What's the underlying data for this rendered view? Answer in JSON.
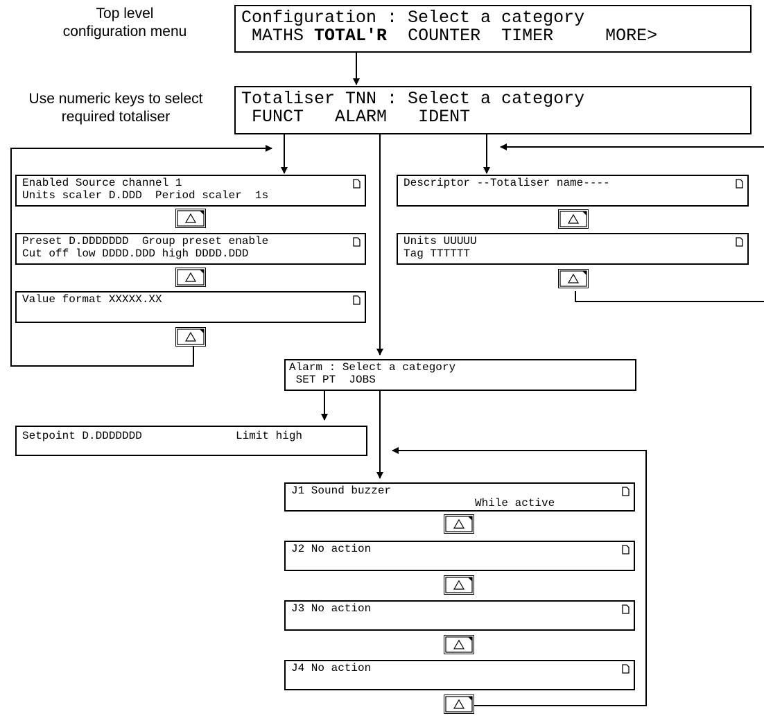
{
  "labels": {
    "top_level": [
      "Top level",
      "configuration menu"
    ],
    "numeric_keys": [
      "Use numeric keys to select",
      "required totaliser"
    ]
  },
  "config_menu": {
    "title": "Configuration : Select a category",
    "items": [
      "MATHS",
      "TOTAL'R",
      "COUNTER",
      "TIMER",
      "MORE>"
    ],
    "selected": "TOTAL'R"
  },
  "totaliser_menu": {
    "title": "Totaliser TNN : Select a category",
    "items": [
      "FUNCT",
      "ALARM",
      "IDENT"
    ]
  },
  "funct_screens": [
    [
      "Enabled Source channel 1",
      "Units scaler D.DDD  Period scaler  1s"
    ],
    [
      "Preset D.DDDDDDD  Group preset enable",
      "Cut off low DDDD.DDD high DDDD.DDD"
    ],
    [
      "Value format XXXXX.XX",
      ""
    ]
  ],
  "ident_screens": [
    [
      "Descriptor --Totaliser name----",
      ""
    ],
    [
      "Units UUUUU",
      "Tag TTTTTT"
    ]
  ],
  "alarm_menu": {
    "title": "Alarm : Select a category",
    "items": [
      "SET PT",
      "JOBS"
    ]
  },
  "setpoint_screen": [
    "Setpoint D.DDDDDDD",
    "Limit high"
  ],
  "job_screens": [
    [
      "J1 Sound buzzer",
      "While active"
    ],
    [
      "J2 No action",
      ""
    ],
    [
      "J3 No action",
      ""
    ],
    [
      "J4 No action",
      ""
    ]
  ],
  "icons": {
    "page": "document-icon",
    "key": "up-arrow-key-icon"
  }
}
